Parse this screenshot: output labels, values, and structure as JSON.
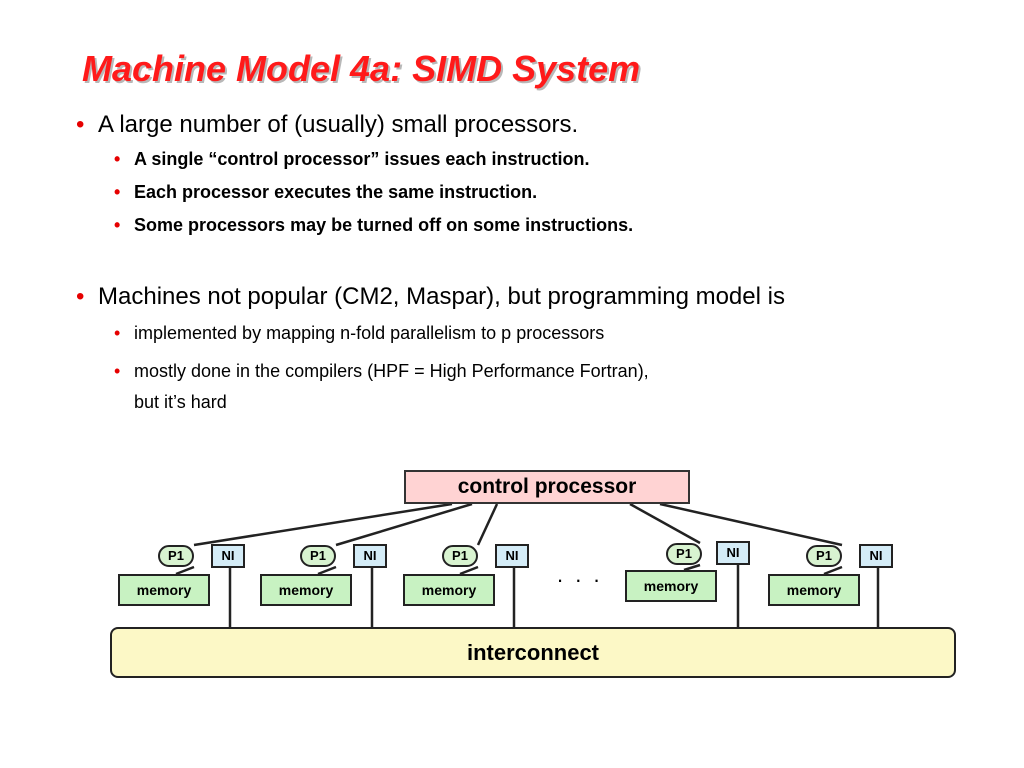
{
  "title": "Machine Model 4a:  SIMD System",
  "bullets": {
    "b1": "A large number of (usually) small processors.",
    "b1_sub": [
      "A single “control processor” issues each instruction.",
      "Each processor executes the same instruction.",
      "Some processors may be turned off on some instructions."
    ],
    "b2": "Machines not popular (CM2, Maspar), but programming model is",
    "b2_sub": [
      "implemented by mapping n-fold parallelism to p processors",
      "mostly done in the compilers (HPF = High Performance Fortran),",
      "but it’s hard"
    ]
  },
  "diagram": {
    "control_processor": "control processor",
    "interconnect": "interconnect",
    "nodes": [
      {
        "proc": "P1",
        "ni": "NI",
        "memory": "memory"
      },
      {
        "proc": "P1",
        "ni": "NI",
        "memory": "memory"
      },
      {
        "proc": "P1",
        "ni": "NI",
        "memory": "memory"
      },
      {
        "proc": "P1",
        "ni": "NI",
        "memory": "memory"
      },
      {
        "proc": "P1",
        "ni": "NI",
        "memory": "memory"
      }
    ],
    "ellipsis": ". . .",
    "colors": {
      "control_processor": "#ffd3d3",
      "interconnect": "#fcf8c6",
      "processor": "#d8f3d0",
      "network_interface": "#d4ecf7",
      "memory": "#c8f2c2",
      "title": "#ff1a1a",
      "bullet": "#e60000"
    }
  }
}
